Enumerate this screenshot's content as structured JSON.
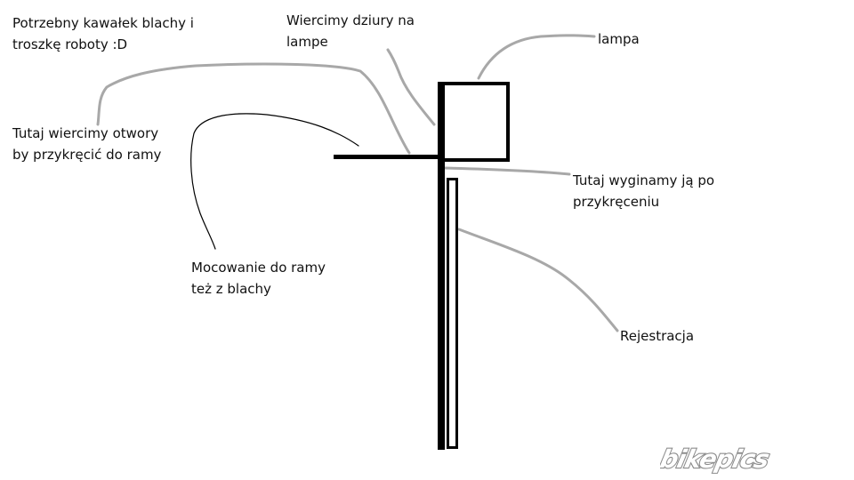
{
  "annotations": {
    "intro": [
      "Potrzebny kawałek blachy i",
      "troszkę roboty :D"
    ],
    "drill_lamp": [
      "Wiercimy dziury na",
      "lampe"
    ],
    "lamp": [
      "lampa"
    ],
    "drill_holes": [
      "Tutaj wiercimy otwory",
      "by przykręcić do ramy"
    ],
    "bend": [
      "Tutaj wyginamy ją po",
      "przykręceniu"
    ],
    "mount": [
      "Mocowanie do ramy",
      "też z blachy"
    ],
    "plate": [
      "Rejestracja"
    ]
  },
  "watermark": "bikepics",
  "colors": {
    "ink": "#111111",
    "leader_gray": "#a8a8a8",
    "leader_black": "#000000",
    "background": "#ffffff"
  }
}
